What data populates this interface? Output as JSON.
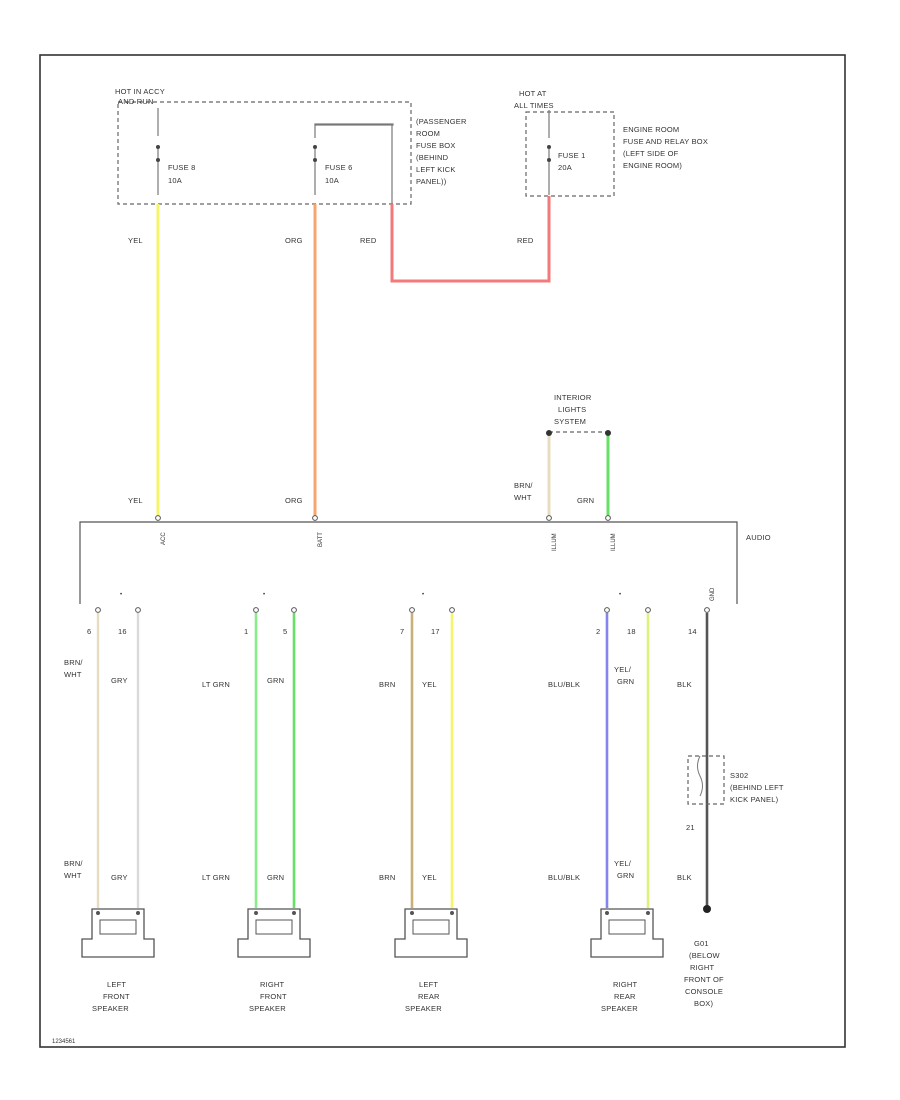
{
  "colors": {
    "yel": "#f5f56a",
    "org": "#f7a56e",
    "red": "#f27a7a",
    "brn_wht": "#e8dcc0",
    "grn": "#66e066",
    "gry": "#d9d9d9",
    "lt_grn": "#88ec88",
    "brn": "#c9b078",
    "blu_blk": "#8484ee",
    "yel_grn": "#ddf27a",
    "blk": "#555555"
  },
  "power": {
    "hot_acc_label": "HOT IN ACCY",
    "hot_acc_sub": "AND RUN",
    "fuse_a_label": "FUSE 8",
    "fuse_a_rating": "10A",
    "fuse_b_label": "FUSE 6",
    "fuse_b_rating": "10A",
    "passenger_box": [
      "(PASSENGER",
      "ROOM",
      "FUSE BOX",
      "(BEHIND",
      "LEFT KICK",
      "PANEL))"
    ],
    "hot_all_label": "HOT AT",
    "hot_all_sub": "ALL TIMES",
    "fuse_c_label": "FUSE 1",
    "fuse_c_rating": "20A",
    "engine_box": [
      "ENGINE ROOM",
      "FUSE AND RELAY BOX",
      "(LEFT SIDE OF",
      "ENGINE ROOM)"
    ]
  },
  "wires": {
    "yel": "YEL",
    "org": "ORG",
    "red": "RED",
    "brn_wht": "BRN/",
    "brn_wht2": "WHT",
    "grn": "GRN",
    "grey": "GRY",
    "lt_grn": "LT GRN",
    "brn": "BRN",
    "blu_blk": "BLU/BLK",
    "yel_grn": "YEL/",
    "yel_grn2": "GRN",
    "blk": "BLK"
  },
  "interior": [
    "INTERIOR",
    "LIGHTS",
    "SYSTEM"
  ],
  "audio": {
    "label": "AUDIO",
    "pins_top": [
      "ACC",
      "BATT",
      "ILLUM",
      "ILLUM"
    ],
    "pins_bottom": [
      "6",
      "16",
      "1",
      "5",
      "7",
      "17",
      "2",
      "18",
      "14"
    ],
    "gnd_pin": "GND"
  },
  "ground_splice": [
    "S302",
    "(BEHIND LEFT",
    "KICK PANEL)"
  ],
  "ground_pin": "21",
  "ground_point": [
    "G01",
    "(BELOW",
    "RIGHT",
    "FRONT OF",
    "CONSOLE",
    "BOX)"
  ],
  "speakers": {
    "left_front": [
      "LEFT",
      "FRONT",
      "SPEAKER"
    ],
    "right_front": [
      "RIGHT",
      "FRONT",
      "SPEAKER"
    ],
    "left_rear": [
      "LEFT",
      "REAR",
      "SPEAKER"
    ],
    "right_rear": [
      "RIGHT",
      "REAR",
      "SPEAKER"
    ]
  },
  "footer_code": "1234561"
}
